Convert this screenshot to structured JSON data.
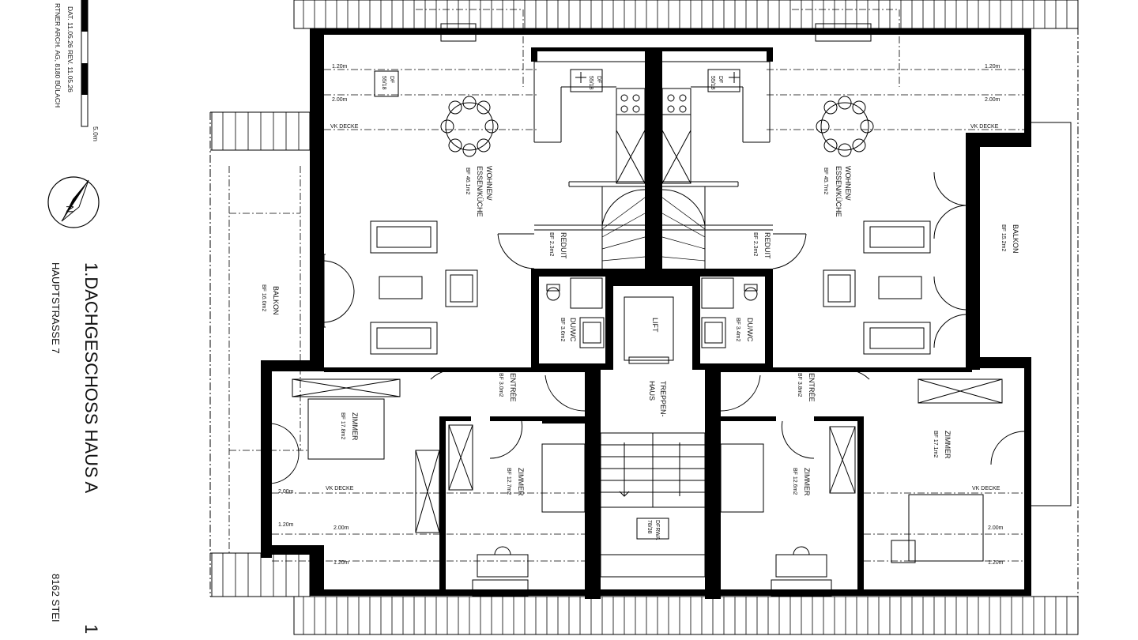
{
  "title_block": {
    "title": "1.DACHGESCHOSS HAUS A",
    "street": "HAUPTSTRASSE 7",
    "city": "8162 STEI",
    "page": "1",
    "date_line": "DAT. 11.05.26   REV. 11.05.26",
    "architect_line": "RTNER ARCH. AG, 8180 BÜLACH",
    "scale_label": "5.0m",
    "north": "N"
  },
  "rooms": {
    "wohnen_left": {
      "name": "WOHNEN/",
      "name2": "ESSEN/KÜCHE",
      "area": "BF 46.1m2"
    },
    "wohnen_right": {
      "name": "WOHNEN/",
      "name2": "ESSEN/KÜCHE",
      "area": "BF 45.7m2"
    },
    "balkon_left": {
      "name": "BALKON",
      "area": "BF 16.0m2"
    },
    "balkon_right": {
      "name": "BALKON",
      "area": "BF 15.2m2"
    },
    "reduit_left": {
      "name": "REDUIT",
      "area": "BF 2.3m2"
    },
    "reduit_right": {
      "name": "REDUIT",
      "area": "BF 2.3m2"
    },
    "duwc_left": {
      "name": "DU/WC",
      "area": "BF 3.6m2"
    },
    "duwc_right": {
      "name": "DU/WC",
      "area": "BF 3.4m2"
    },
    "lift": {
      "name": "LIFT"
    },
    "treppenhaus": {
      "name": "TREPPEN-",
      "name2": "HAUS"
    },
    "entree_left": {
      "name": "ENTRÉE",
      "area": "BF 3.0m2"
    },
    "entree_right": {
      "name": "ENTRÉE",
      "area": "BF 3.8m2"
    },
    "zimmer_left_top": {
      "name": "ZIMMER",
      "area": "BF 17.8m2"
    },
    "zimmer_left_mid": {
      "name": "ZIMMER",
      "area": "BF 12.7m2"
    },
    "zimmer_right_mid": {
      "name": "ZIMMER",
      "area": "BF 12.6m2"
    },
    "zimmer_right": {
      "name": "ZIMMER",
      "area": "BF 17.1m2"
    },
    "dfrwa": {
      "name": "DFRWA",
      "area": "78/38"
    },
    "df_left": {
      "name": "DF",
      "area": "55/18"
    },
    "df_center_left": {
      "name": "DF",
      "area": "55/18"
    },
    "df_center_right": {
      "name": "DF",
      "area": "55/18"
    }
  },
  "dimension_labels": {
    "h120": "1.20m",
    "h200": "2.00m",
    "vk": "VK DECKE"
  }
}
